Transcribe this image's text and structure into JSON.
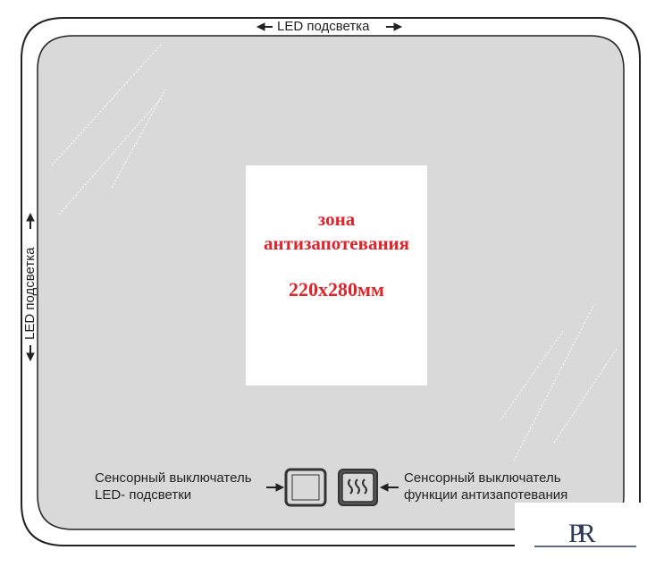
{
  "top_label": "LED подсветка",
  "side_label": "LED подсветка",
  "zone": {
    "line1": "зона",
    "line2": "антизапотевания",
    "size": "220x280мм",
    "text_color": "#e1232a"
  },
  "left_switch": {
    "line1": "Сенсорный выключатель",
    "line2": "LED- подсветки",
    "icon": "square-icon"
  },
  "right_switch": {
    "line1": "Сенсорный выключатель",
    "line2": "функции антизапотевания",
    "icon": "defog-heat-icon"
  },
  "logo": {
    "letters": "PR",
    "icon": "pr-logo-icon"
  },
  "colors": {
    "mirror": "#d9d9d9",
    "frame": "#222222",
    "zone_text": "#e1232a"
  }
}
